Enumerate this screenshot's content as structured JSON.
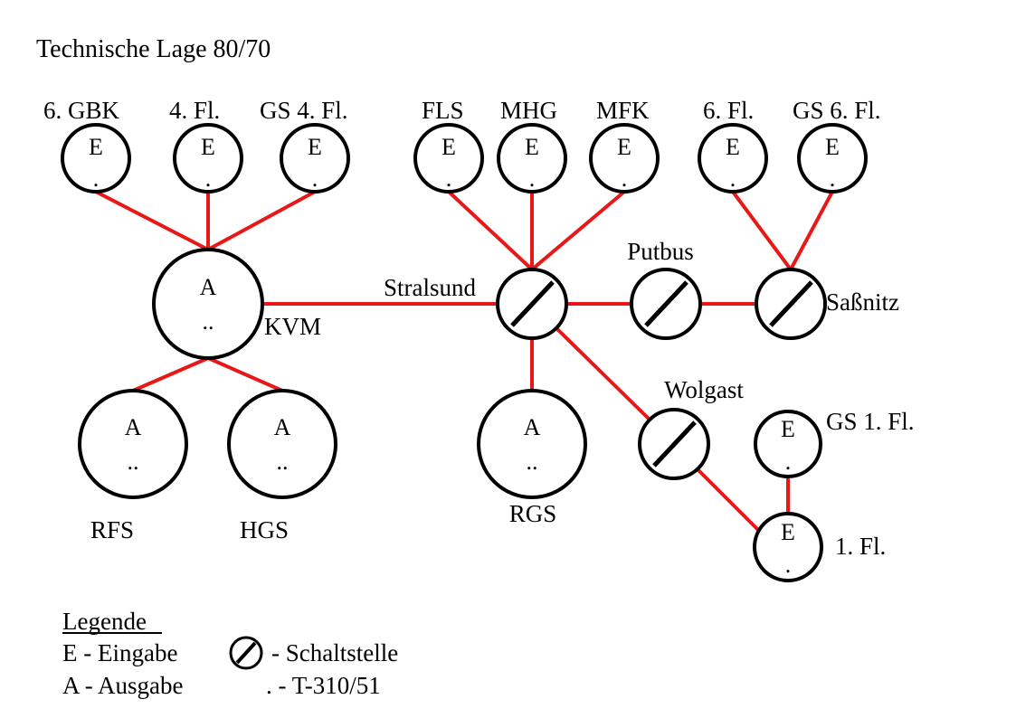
{
  "title": "Technische Lage 80/70",
  "colors": {
    "link": "#e81818",
    "node_stroke": "#000000",
    "background": "#ffffff"
  },
  "symbols": {
    "eingabe": "E",
    "ausgabe": "A",
    "dot1": ".",
    "dot2": ".."
  },
  "nodes": {
    "gbk6": {
      "label": "6. GBK"
    },
    "fl4": {
      "label": "4. Fl."
    },
    "gsfl4": {
      "label": "GS 4. Fl."
    },
    "fls": {
      "label": "FLS"
    },
    "mhg": {
      "label": "MHG"
    },
    "mfk": {
      "label": "MFK"
    },
    "fl6": {
      "label": "6. Fl."
    },
    "gsfl6": {
      "label": "GS 6. Fl."
    },
    "kvm": {
      "label": "KVM"
    },
    "stralsund": {
      "label": "Stralsund"
    },
    "putbus": {
      "label": "Putbus"
    },
    "sassnitz": {
      "label": "Saßnitz"
    },
    "rfs": {
      "label": "RFS"
    },
    "hgs": {
      "label": "HGS"
    },
    "rgs": {
      "label": "RGS"
    },
    "wolgast": {
      "label": "Wolgast"
    },
    "gsfl1": {
      "label": "GS 1. Fl."
    },
    "fl1": {
      "label": "1. Fl."
    }
  },
  "legend": {
    "heading": "Legende",
    "eingabe": "E - Eingabe",
    "ausgabe": "A - Ausgabe",
    "schaltstelle": "- Schaltstelle",
    "terminal": ". - T-310/51"
  }
}
